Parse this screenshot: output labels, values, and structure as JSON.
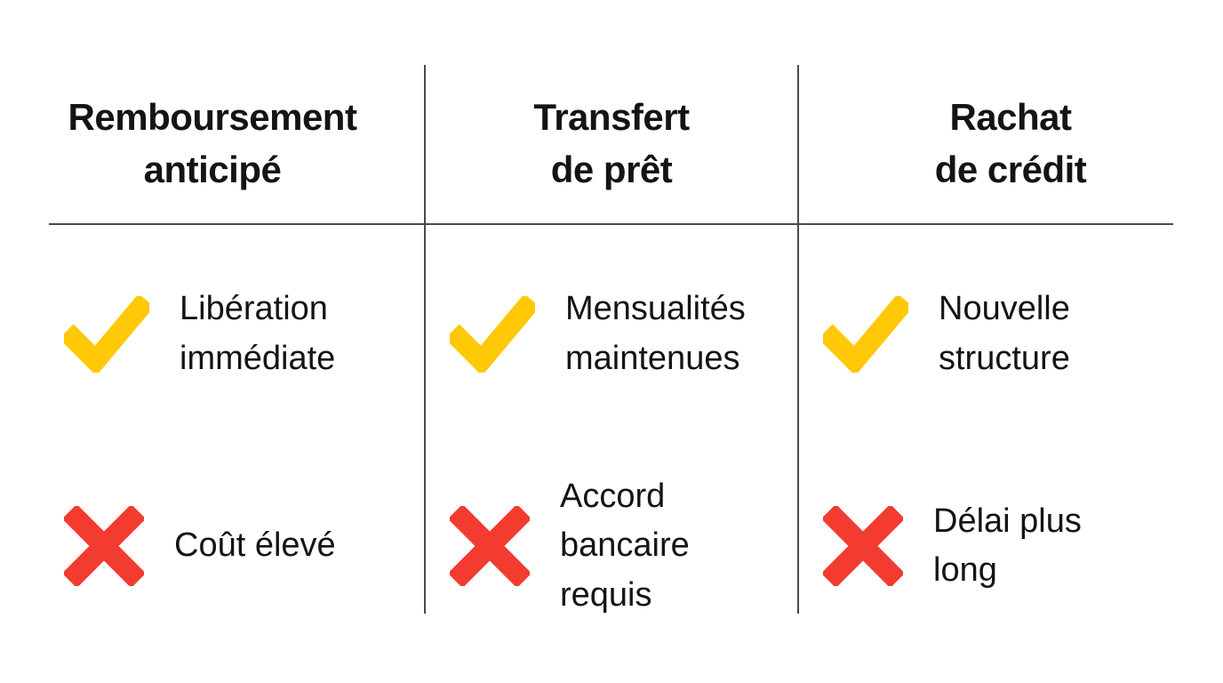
{
  "table": {
    "columns": [
      {
        "title_lines": [
          "Remboursement",
          "anticipé"
        ],
        "pro": "Libération immédiate",
        "con": "Coût élevé"
      },
      {
        "title_lines": [
          "Transfert",
          "de prêt"
        ],
        "pro": "Mensualités maintenues",
        "con": "Accord bancaire requis"
      },
      {
        "title_lines": [
          "Rachat",
          "de crédit"
        ],
        "pro": "Nouvelle structure",
        "con": "Délai plus long"
      }
    ],
    "colors": {
      "check": "#FFC907",
      "cross": "#F43B30"
    }
  }
}
